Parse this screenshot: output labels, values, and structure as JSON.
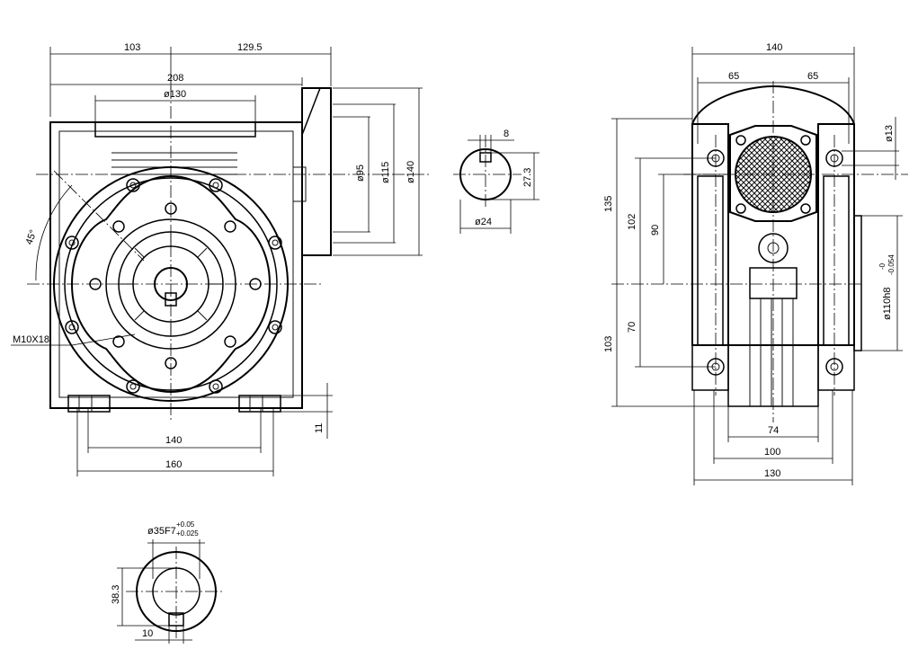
{
  "labels": {
    "d103_top": "103",
    "d129_5": "129.5",
    "d208": "208",
    "d130": "ø130",
    "d95": "ø95",
    "d115": "ø115",
    "d140v": "ø140",
    "d45": "45°",
    "m10": "M10X18",
    "d140h": "140",
    "d160": "160",
    "d11": "11",
    "key8": "8",
    "key27_3": "27.3",
    "key24": "ø24",
    "r140": "140",
    "r65a": "65",
    "r65b": "65",
    "r13": "ø13",
    "r135": "135",
    "r102": "102",
    "r90": "90",
    "r70": "70",
    "r103": "103",
    "r110": "ø110h8",
    "r110_tol_up": "-0",
    "r110_tol_dn": "-0.054",
    "r74": "74",
    "r100": "100",
    "r130": "130",
    "hub35": "ø35F7",
    "hub35_tol_up": "+0.05",
    "hub35_tol_dn": "+0.025",
    "hub38_3": "38.3",
    "hub10": "10"
  }
}
